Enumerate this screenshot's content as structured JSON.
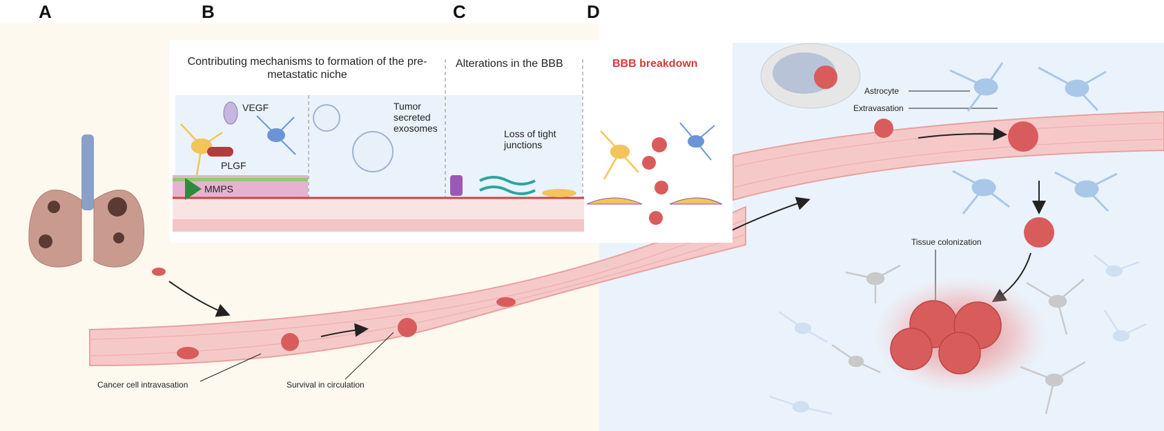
{
  "panels": [
    "A",
    "B",
    "C",
    "D"
  ],
  "inset": {
    "heading_b": "Contributing mechanisms to  formation of the pre-metastatic niche",
    "heading_c": "Alterations in the BBB",
    "heading_d": "BBB breakdown",
    "label_vegf": "VEGF",
    "label_plgf": "PLGF",
    "label_mmps": "MMPS",
    "label_exosomes": "Tumor secreted exosomes",
    "label_tight": "Loss of tight junctions"
  },
  "labels": {
    "intravasation": "Cancer cell intravasation",
    "circulation": "Survival in circulation",
    "astrocyte": "Astrocyte",
    "extravasation": "Extravasation",
    "colonization": "Tissue colonization"
  },
  "colors": {
    "left_bg": "#fdf9ef",
    "right_bg": "#eaf3fb",
    "vessel": "#f6c9c9",
    "vessel_edge": "#e9a0a0",
    "tumor": "#d95c5c",
    "astrocyte_blue": "#a9c7e8",
    "astrocyte_grey": "#c9c9c9",
    "accent_red": "#d63a3a"
  }
}
